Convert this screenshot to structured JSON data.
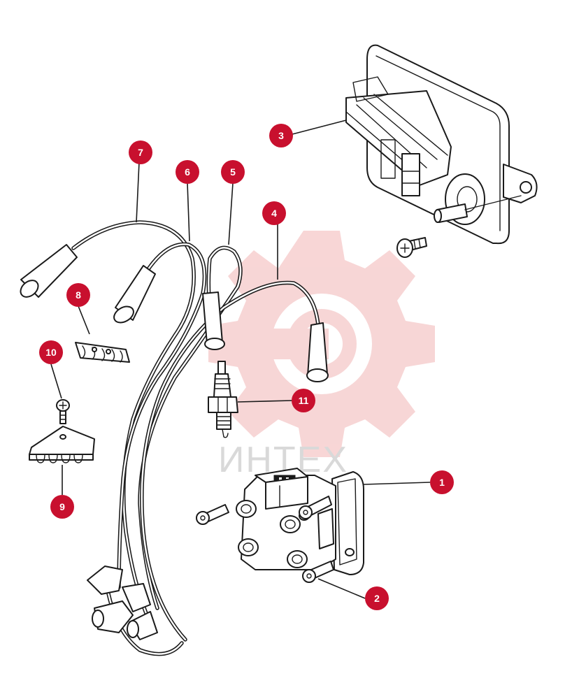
{
  "watermark": {
    "text": "ИНТЕХ",
    "color": "#f2b5b5"
  },
  "callout_color": "#c8102e",
  "callouts": [
    {
      "label": "1"
    },
    {
      "label": "2"
    },
    {
      "label": "3"
    },
    {
      "label": "4"
    },
    {
      "label": "5"
    },
    {
      "label": "6"
    },
    {
      "label": "7"
    },
    {
      "label": "8"
    },
    {
      "label": "9"
    },
    {
      "label": "10"
    },
    {
      "label": "11"
    }
  ],
  "parts": {
    "ignition_coil": "ignition-coil",
    "coil_bolts": "coil-mounting-bolts",
    "ecu": "engine-control-module",
    "ht_leads": [
      "ht-lead-4",
      "ht-lead-5",
      "ht-lead-6",
      "ht-lead-7"
    ],
    "lead_separator": "lead-separator-clip",
    "holder": "lead-holder-bracket",
    "screw": "holder-screw",
    "spark_plug": "spark-plug"
  }
}
